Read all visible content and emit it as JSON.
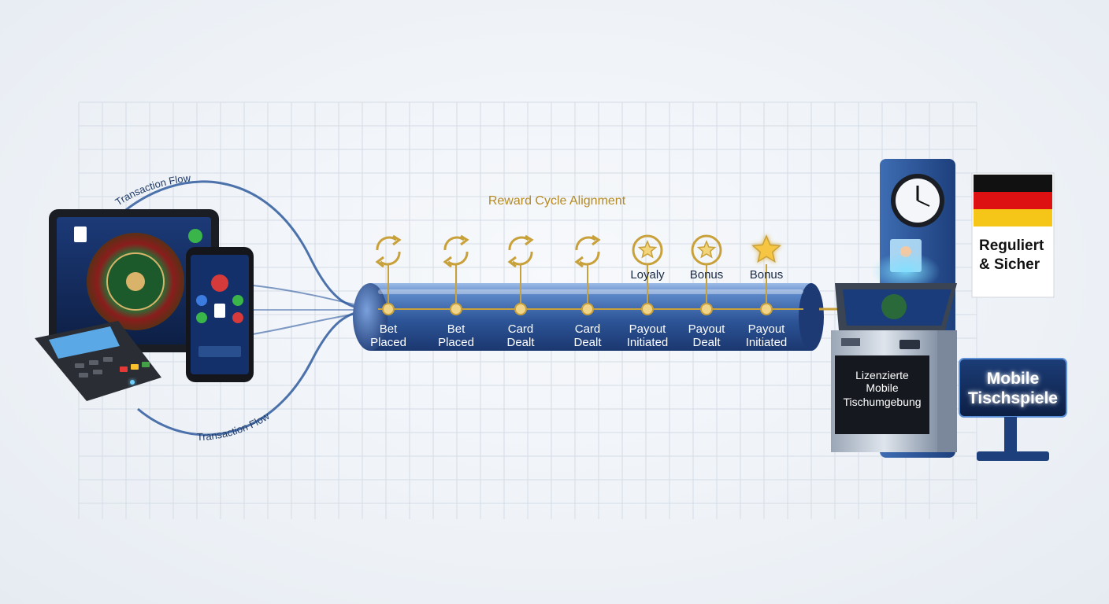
{
  "diagram": {
    "cycle_title": "Reward Cycle Alignment",
    "flow_label_top": "Transaction Flow",
    "flow_label_bottom": "Transaction Flow",
    "steps": [
      {
        "line1": "Bet",
        "line2": "Placed",
        "above": "",
        "icon": "cycle-arrows-icon"
      },
      {
        "line1": "Bet",
        "line2": "Placed",
        "above": "",
        "icon": "cycle-arrows-icon"
      },
      {
        "line1": "Card",
        "line2": "Dealt",
        "above": "",
        "icon": "cycle-arrows-icon"
      },
      {
        "line1": "Card",
        "line2": "Dealt",
        "above": "",
        "icon": "cycle-arrows-icon"
      },
      {
        "line1": "Payout",
        "line2": "Initiated",
        "above": "Loyaly",
        "icon": "star-cycle-icon"
      },
      {
        "line1": "Payout",
        "line2": "Dealt",
        "above": "Bonus",
        "icon": "star-cycle-icon"
      },
      {
        "line1": "Payout",
        "line2": "Initiated",
        "above": "Bonus",
        "icon": "glowing-star-icon"
      }
    ],
    "kiosk_screen": {
      "line1": "Lizenzierte",
      "line2": "Mobile",
      "line3": "Tischumgebung"
    },
    "flag_sign": {
      "line1": "Reguliert",
      "line2": "& Sicher"
    },
    "mobile_sign": {
      "line1": "Mobile",
      "line2": "Tischspiele"
    }
  },
  "colors": {
    "pipe": "#2f5a9e",
    "gold": "#c9a13b",
    "navy": "#15294d",
    "flag_black": "#111111",
    "flag_red": "#dd1111",
    "flag_gold": "#f5c518"
  }
}
